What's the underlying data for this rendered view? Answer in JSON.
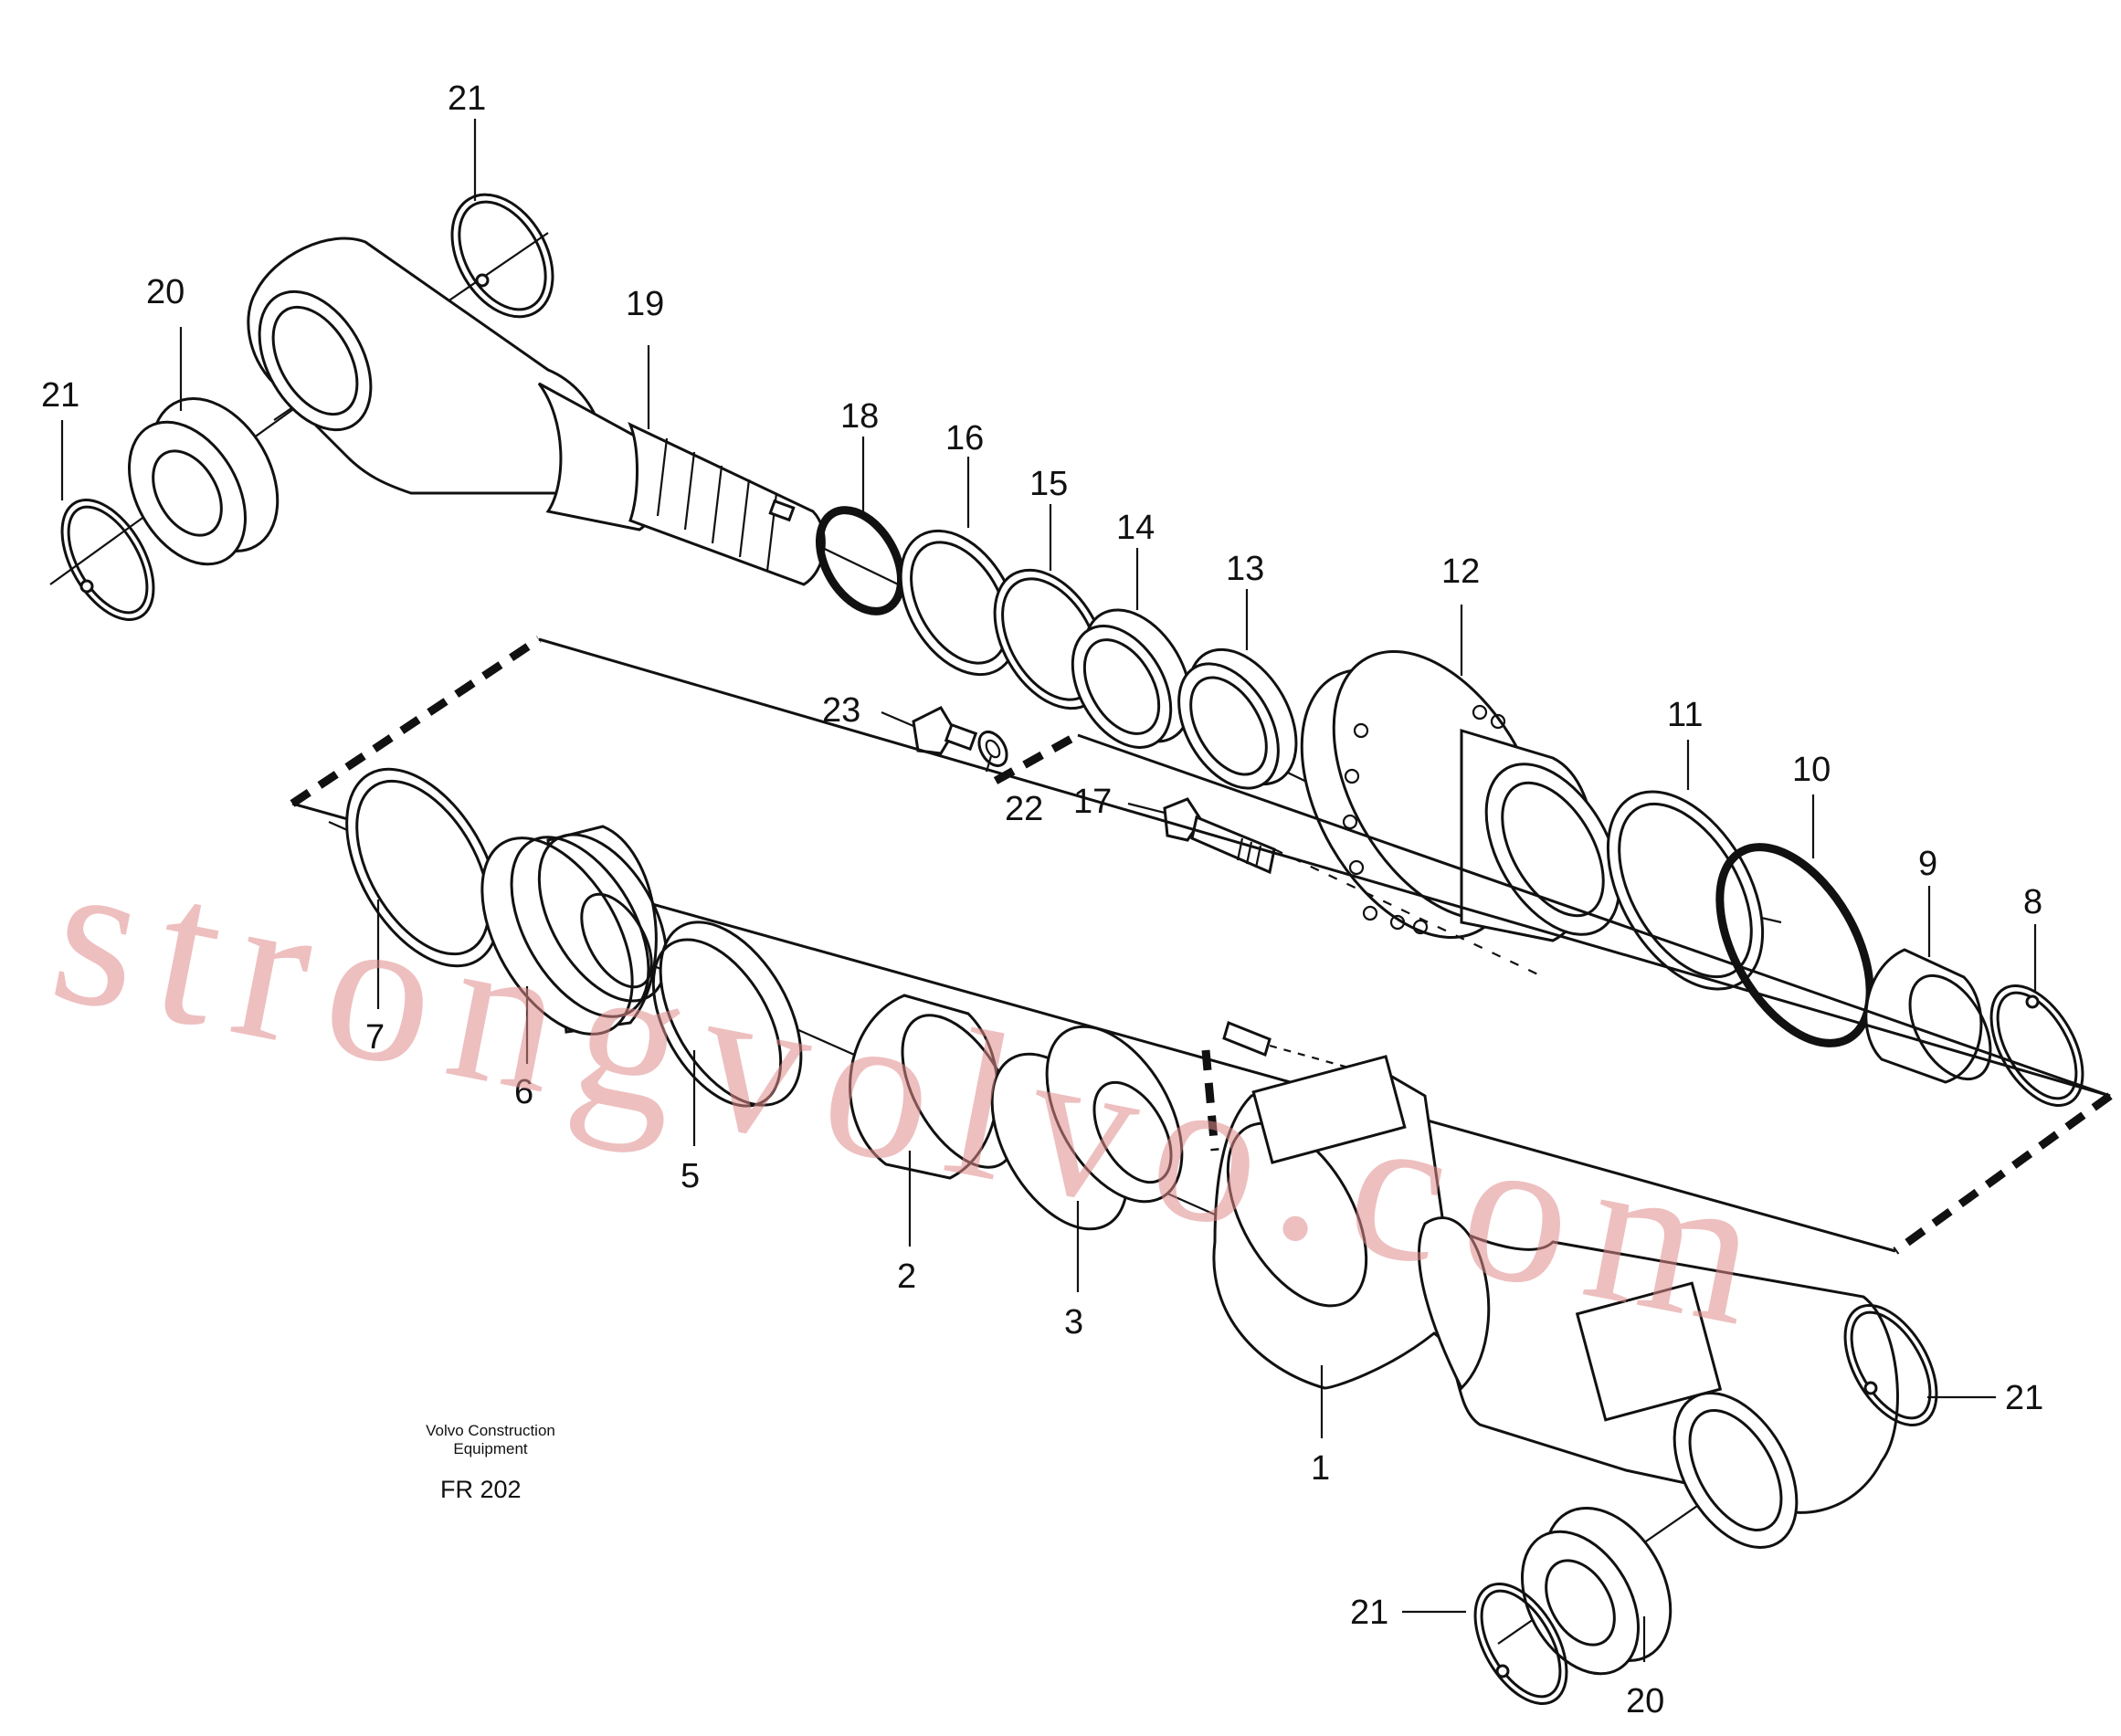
{
  "labels": {
    "p1": "1",
    "p2": "2",
    "p3": "3",
    "p5": "5",
    "p6": "6",
    "p7": "7",
    "p8": "8",
    "p9": "9",
    "p10": "10",
    "p11": "11",
    "p12": "12",
    "p13": "13",
    "p14": "14",
    "p15": "15",
    "p16": "16",
    "p17": "17",
    "p18": "18",
    "p19": "19",
    "p20": "20",
    "p21": "21",
    "p22": "22",
    "p23": "23"
  },
  "caption": {
    "company_line1": "Volvo Construction",
    "company_line2": "Equipment",
    "figure_code": "FR 202"
  },
  "watermark": "strongvolvo.com"
}
